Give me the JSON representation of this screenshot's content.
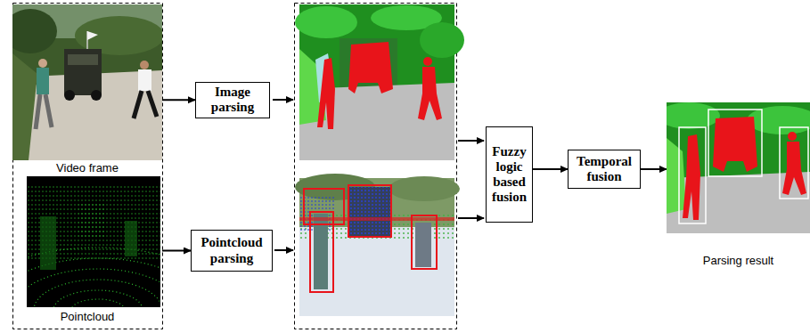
{
  "diagram": {
    "nodes": [
      {
        "text": [
          "Video frame"
        ]
      },
      {
        "text": [
          "Pointcloud"
        ]
      },
      {
        "text": [
          "Image parsing"
        ]
      },
      {
        "text": [
          "Pointcloud parsing"
        ]
      },
      {
        "text": [
          "Fuzzy logic based fusion"
        ]
      },
      {
        "text": [
          "Temporal fusion"
        ]
      },
      {
        "text": [
          "Parsing result"
        ]
      }
    ],
    "edges": [
      {
        "from": 0,
        "to": 2,
        "arrow": "to"
      },
      {
        "from": 1,
        "to": 3,
        "arrow": "to"
      },
      {
        "from": 4,
        "to": 5,
        "arrow": "to"
      },
      {
        "from": 5,
        "to": 6,
        "arrow": "to"
      }
    ]
  }
}
